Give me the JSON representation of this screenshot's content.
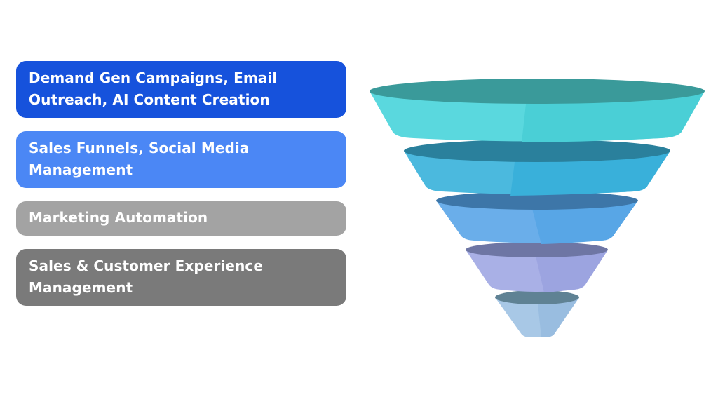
{
  "diagram": {
    "type": "funnel",
    "labels": [
      {
        "text": "Demand Gen Campaigns, Email Outreach, AI Content Creation",
        "color": "#1652dc"
      },
      {
        "text": "Sales Funnels, Social Media Management",
        "color": "#4b87f5"
      },
      {
        "text": "Marketing Automation",
        "color": "#a3a3a3"
      },
      {
        "text": "Sales & Customer Experience Management",
        "color": "#7a7a7a"
      }
    ],
    "funnel_layers": [
      {
        "stage": 1,
        "top_color": "#3a9a9a",
        "body_light": "#5ad8de",
        "body_dark": "#4acfd6"
      },
      {
        "stage": 2,
        "top_color": "#2a809c",
        "body_light": "#4bb9de",
        "body_dark": "#39b0da"
      },
      {
        "stage": 3,
        "top_color": "#3d76a8",
        "body_light": "#6aaeea",
        "body_dark": "#58a6e6"
      },
      {
        "stage": 4,
        "top_color": "#6e76a4",
        "body_light": "#a9b0e6",
        "body_dark": "#9ca4e0"
      },
      {
        "stage": 5,
        "top_color": "#5f8294",
        "body_light": "#a8c8e6",
        "body_dark": "#99bde0"
      }
    ]
  }
}
